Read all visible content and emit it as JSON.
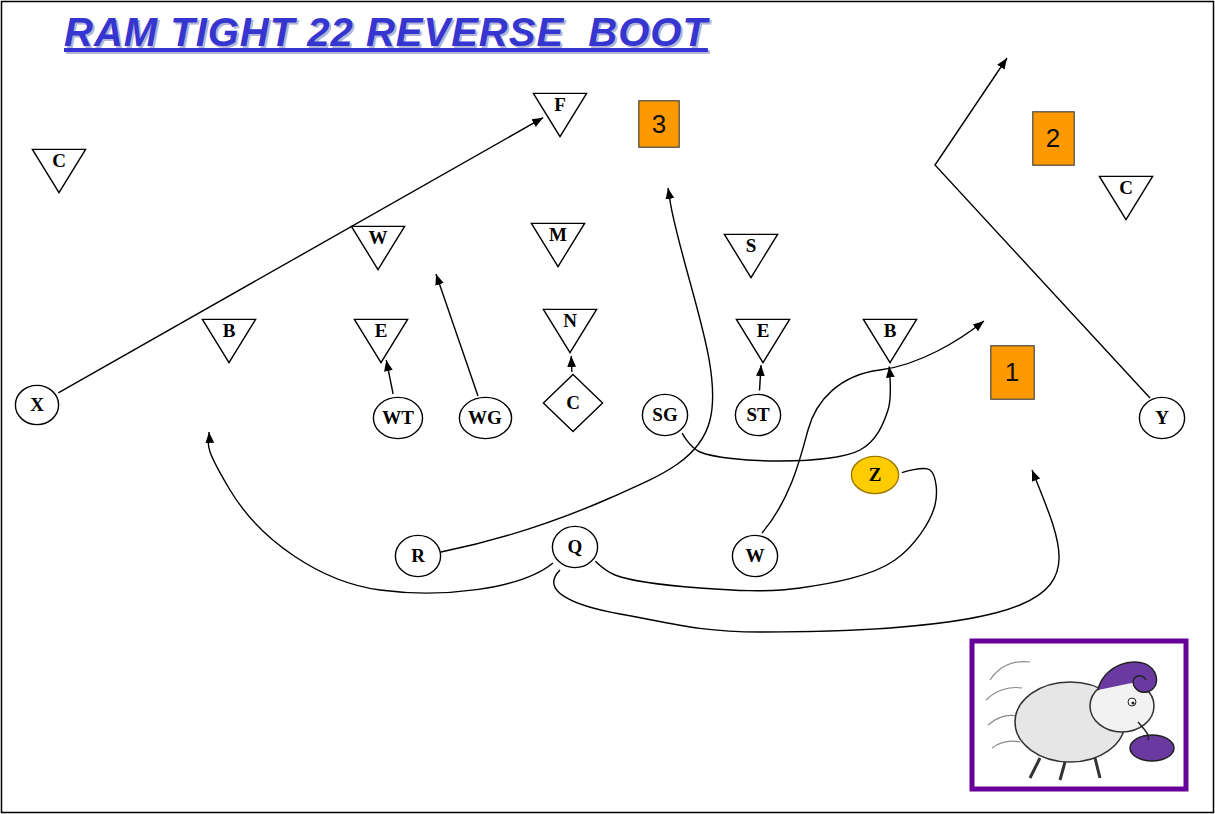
{
  "diagram": {
    "title": "RAM TIGHT 22 REVERSE  BOOT",
    "nodes": [
      {
        "text": [
          "F"
        ]
      },
      {
        "text": [
          "3"
        ]
      },
      {
        "text": [
          "2"
        ]
      },
      {
        "text": [
          "C"
        ]
      },
      {
        "text": [
          "C"
        ]
      },
      {
        "text": [
          "W"
        ]
      },
      {
        "text": [
          "M"
        ]
      },
      {
        "text": [
          "S"
        ]
      },
      {
        "text": [
          "N"
        ]
      },
      {
        "text": [
          "B"
        ]
      },
      {
        "text": [
          "E"
        ]
      },
      {
        "text": [
          "E"
        ]
      },
      {
        "text": [
          "B"
        ]
      },
      {
        "text": [
          "1"
        ]
      },
      {
        "text": [
          "X"
        ]
      },
      {
        "text": [
          "WT"
        ]
      },
      {
        "text": [
          "WG"
        ]
      },
      {
        "text": [
          "C"
        ]
      },
      {
        "text": [
          "SG"
        ]
      },
      {
        "text": [
          "ST"
        ]
      },
      {
        "text": [
          "Y"
        ]
      },
      {
        "text": [
          "Z"
        ]
      },
      {
        "text": [
          "R"
        ]
      },
      {
        "text": [
          "Q"
        ]
      },
      {
        "text": [
          "W"
        ]
      }
    ],
    "edges": [
      {
        "from": 14,
        "to": 0,
        "arrow": "to"
      },
      {
        "from": 15,
        "to": 10,
        "arrow": "to"
      },
      {
        "from": 17,
        "to": 8,
        "arrow": "to"
      },
      {
        "from": 19,
        "to": 11,
        "arrow": "to"
      },
      {
        "from": 18,
        "to": 12,
        "arrow": "to"
      },
      {
        "from": 21,
        "to": 23,
        "arrow": "none"
      }
    ]
  }
}
